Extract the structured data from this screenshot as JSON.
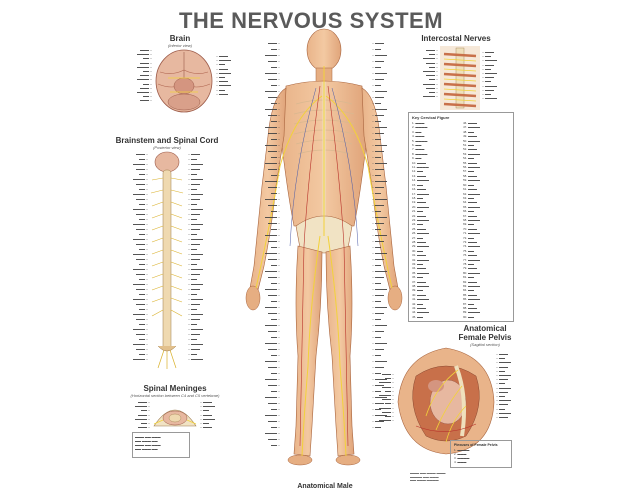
{
  "poster": {
    "title": "THE NERVOUS SYSTEM",
    "footer_title": "Anatomical Male"
  },
  "brain": {
    "title": "Brain",
    "subtitle": "(Inferior view)"
  },
  "brainstem": {
    "title": "Brainstem and Spinal Cord",
    "subtitle": "(Posterior view)"
  },
  "meninges": {
    "title": "Spinal Meninges",
    "subtitle": "(Horizontal section between C4 and C5 vertebrae)"
  },
  "intercostal": {
    "title": "Intercostal Nerves"
  },
  "key": {
    "title": "Key Cervical Figure"
  },
  "pelvis": {
    "title_line1": "Anatomical",
    "title_line2": "Female Pelvis",
    "subtitle": "(Sagittal section)",
    "plexuses_title": "Plexuses of Female Pelvis"
  },
  "colors": {
    "skin": "#e9b48a",
    "muscle": "#c8704a",
    "bone": "#f1e3c4",
    "nerve": "#f2d23a",
    "vessel_red": "#b8322a",
    "vessel_blue": "#4a5aa8"
  }
}
